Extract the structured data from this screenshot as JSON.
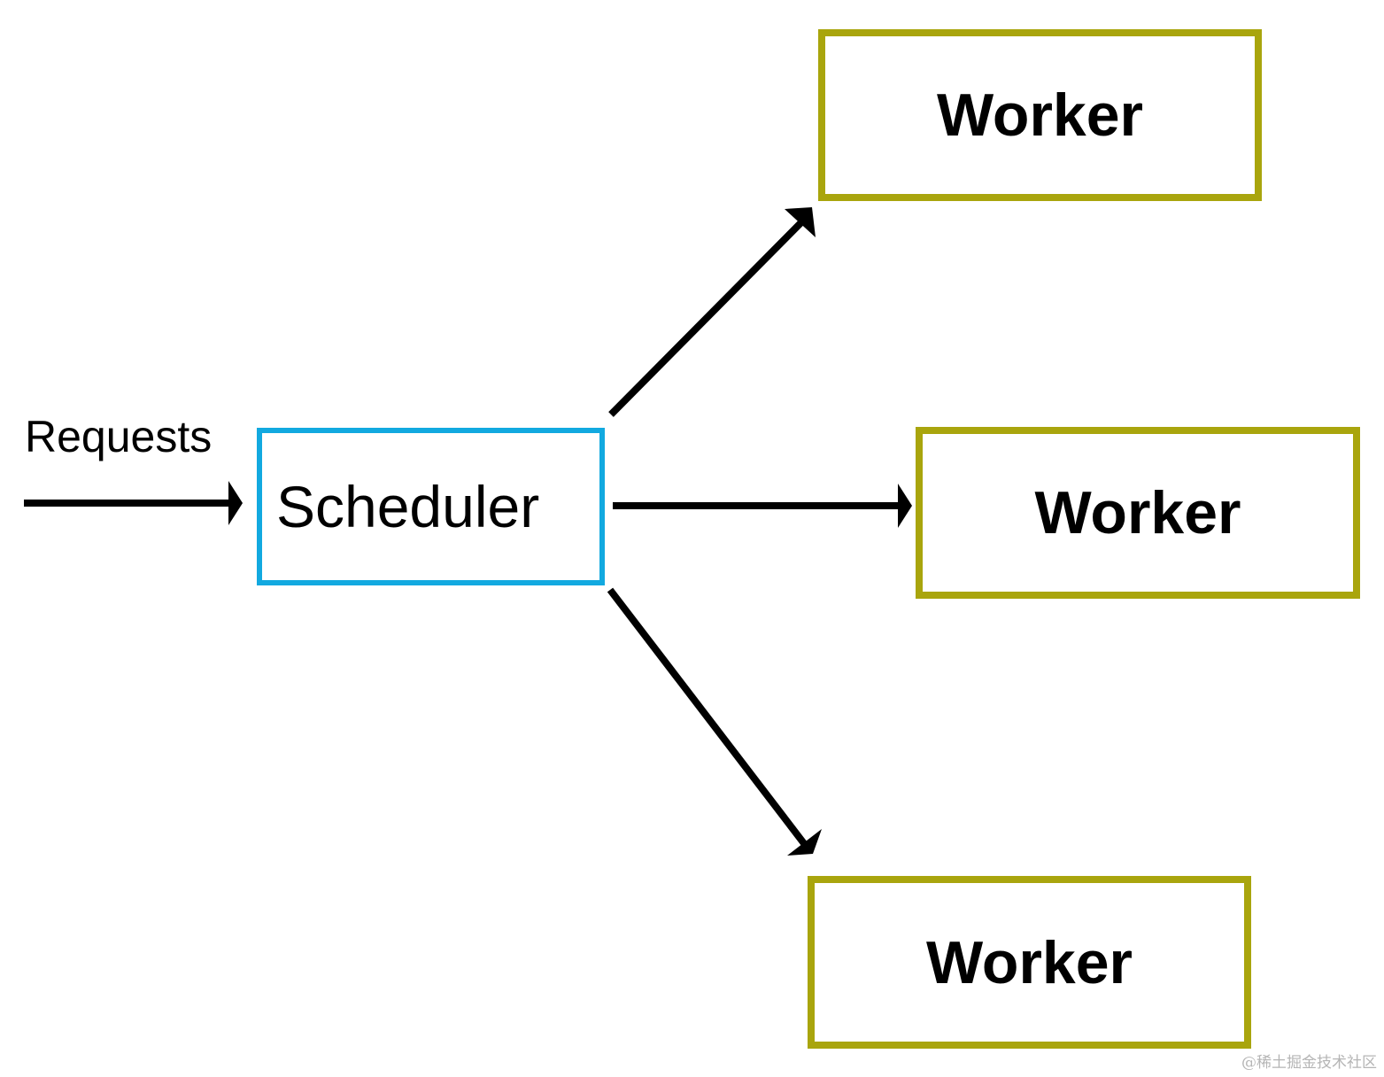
{
  "diagram": {
    "input_label": "Requests",
    "scheduler": {
      "label": "Scheduler",
      "border_color": "#12a9e0"
    },
    "workers": [
      {
        "label": "Worker",
        "border_color": "#a9a50d"
      },
      {
        "label": "Worker",
        "border_color": "#a9a50d"
      },
      {
        "label": "Worker",
        "border_color": "#a9a50d"
      }
    ],
    "arrow_color": "#000000"
  },
  "watermark": "@稀土掘金技术社区"
}
